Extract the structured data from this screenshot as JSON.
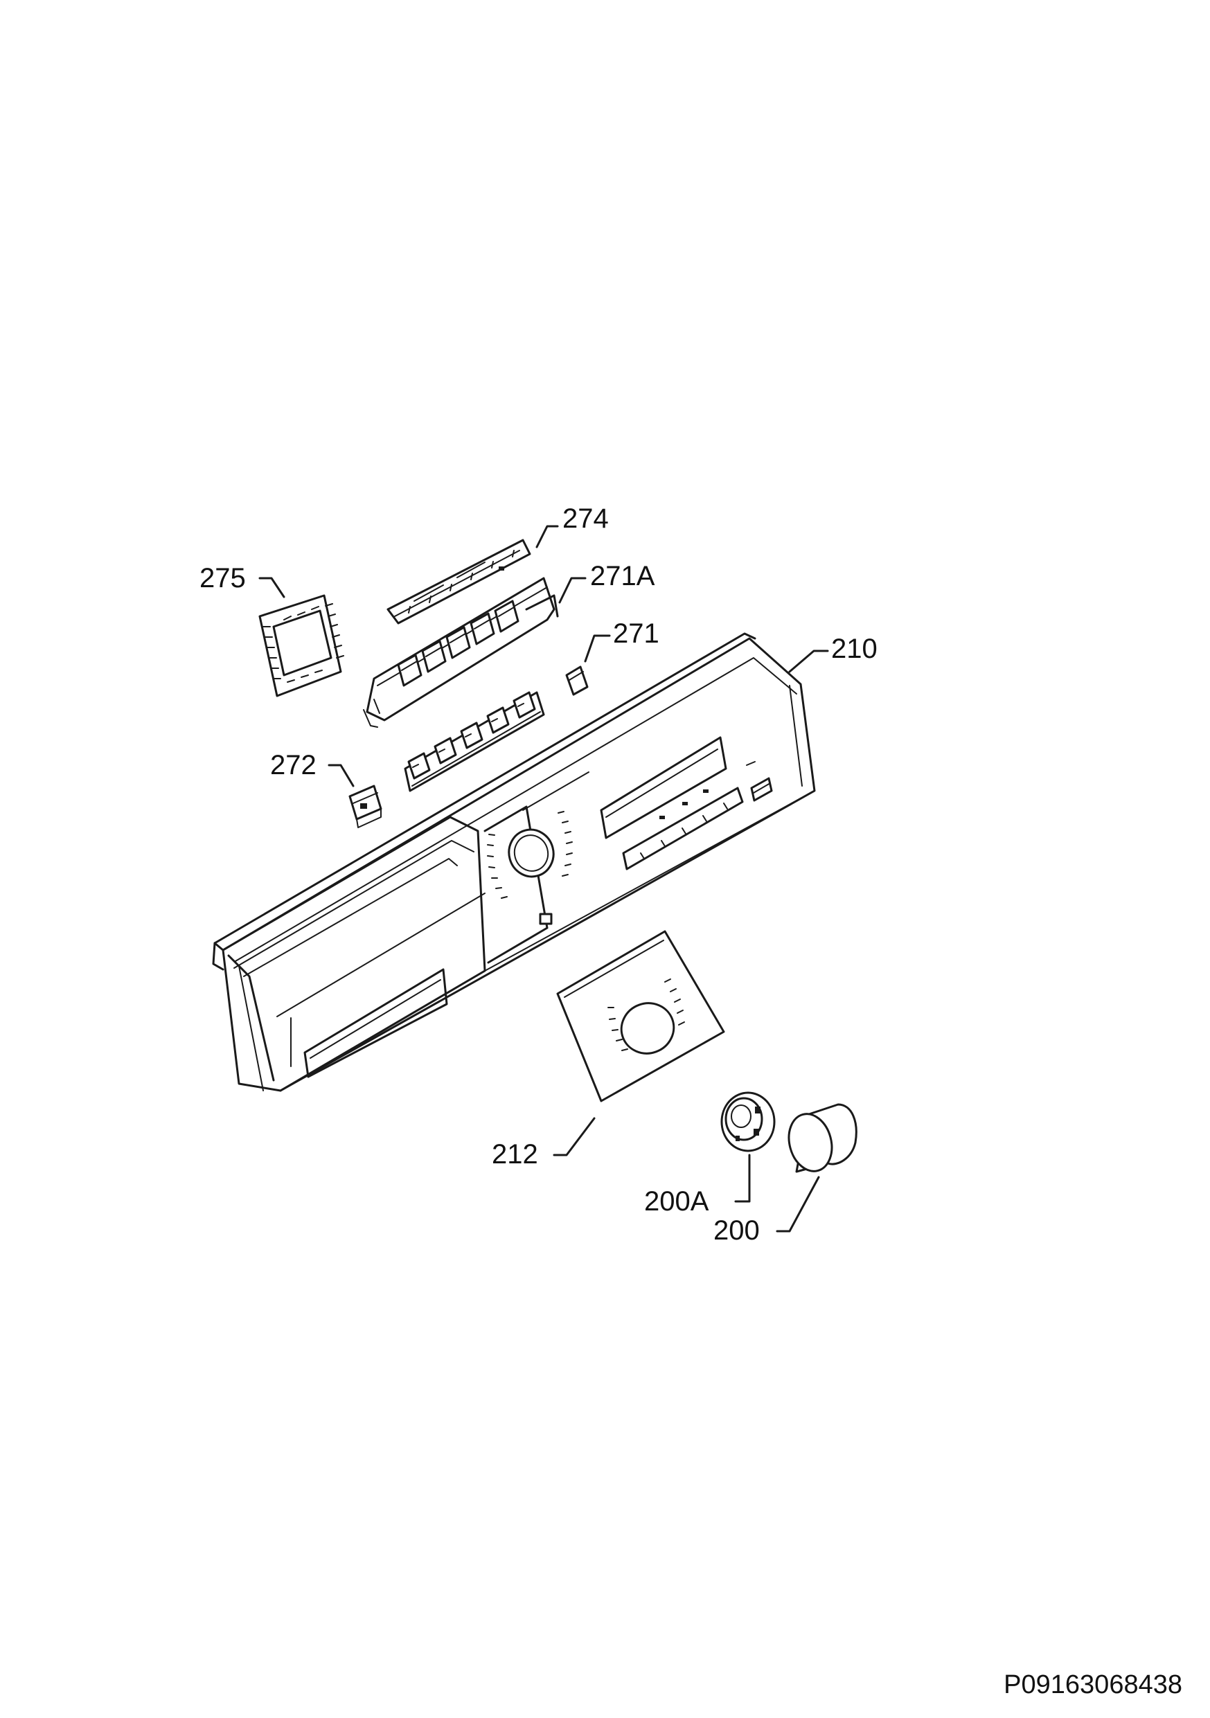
{
  "callouts": [
    {
      "id": "274",
      "label": "274"
    },
    {
      "id": "275",
      "label": "275"
    },
    {
      "id": "271A",
      "label": "271A"
    },
    {
      "id": "271",
      "label": "271"
    },
    {
      "id": "210",
      "label": "210"
    },
    {
      "id": "272",
      "label": "272"
    },
    {
      "id": "212",
      "label": "212"
    },
    {
      "id": "200A",
      "label": "200A"
    },
    {
      "id": "200",
      "label": "200"
    }
  ],
  "drawing_code": "P09163068438"
}
